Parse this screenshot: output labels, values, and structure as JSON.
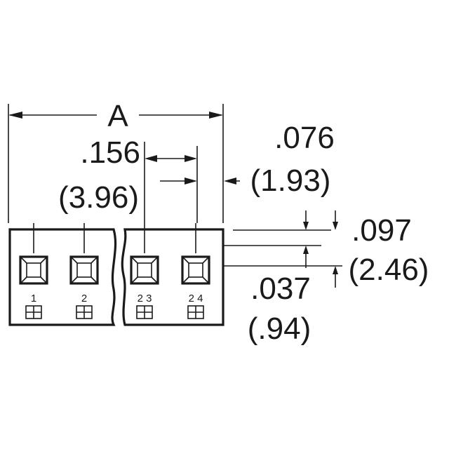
{
  "dimensions": {
    "overall_label": "A",
    "pitch_in": ".156",
    "pitch_mm": "(3.96)",
    "edge_in": ".076",
    "edge_mm": "(1.93)",
    "height_in": ".097",
    "height_mm": "(2.46)",
    "offset_in": ".037",
    "offset_mm": "(.94)"
  },
  "pins": [
    {
      "label": "1"
    },
    {
      "label": "2"
    },
    {
      "label": "2 3"
    },
    {
      "label": "2 4"
    }
  ]
}
